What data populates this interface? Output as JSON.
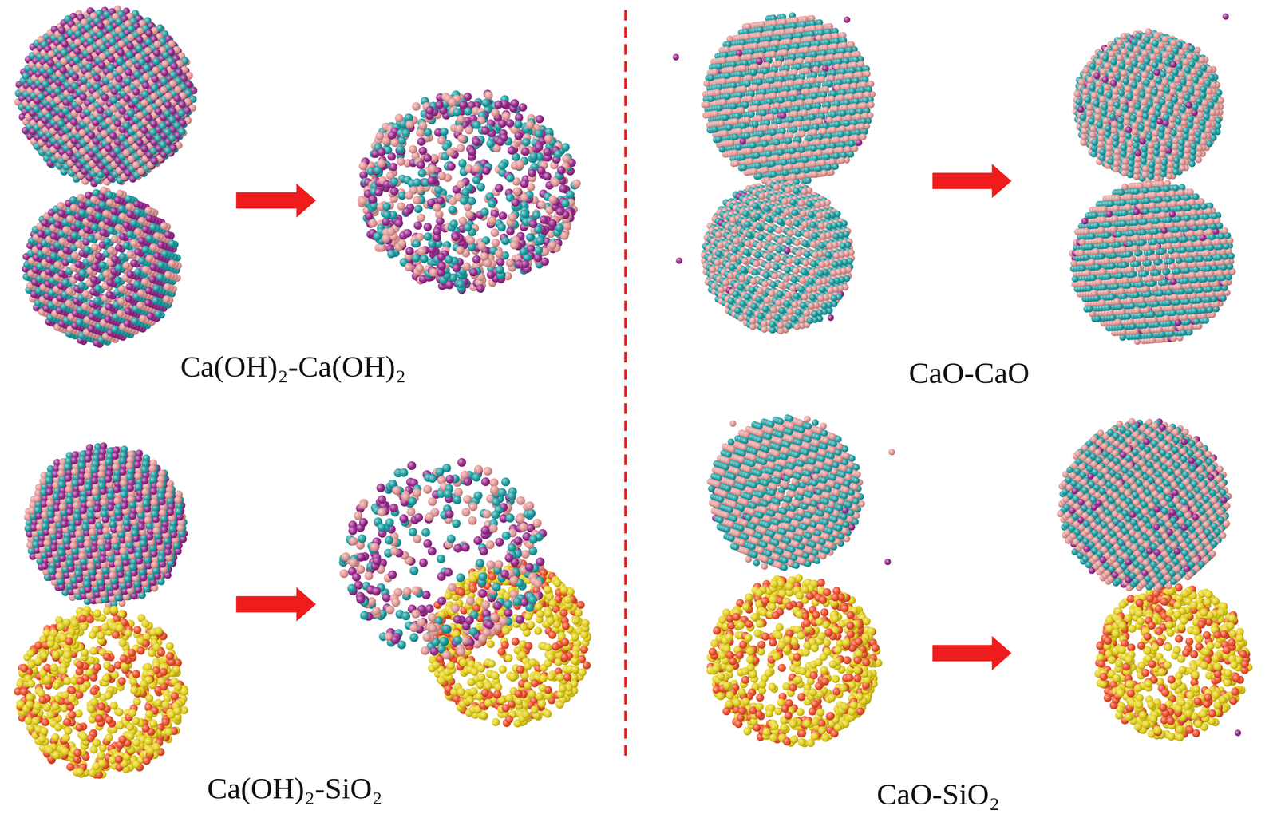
{
  "diagram": {
    "labels": [
      "Ca(OH)₂-Ca(OH)₂",
      "CaO-CaO",
      "Ca(OH)₂-SiO₂",
      "CaO-SiO₂"
    ]
  }
}
